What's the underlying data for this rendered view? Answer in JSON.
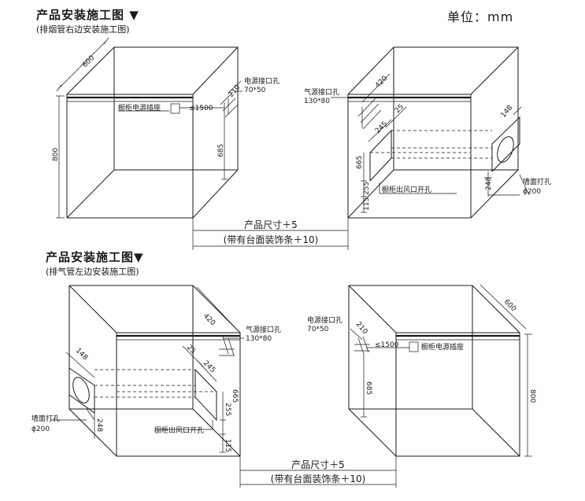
{
  "page": {
    "unit": "单位：mm"
  },
  "top": {
    "title": "产品安装施工图 ▼",
    "subtitle": "(排烟管右边安装施工图)",
    "left_cab": {
      "depth": "600",
      "height": "800",
      "power_hole_label": "电源接口孔",
      "power_hole_size": "70*50",
      "socket_label": "橱柜电源插座",
      "socket_dim": "≤1500",
      "dim_210": "210",
      "dim_685": "685"
    },
    "right_cab": {
      "gas_hole_label": "气源接口孔",
      "gas_hole_size": "130*80",
      "dim_420": "420",
      "dim_25": "25",
      "dim_245": "245",
      "dim_665": "665",
      "dim_255": "255",
      "dim_115": "115",
      "vent_label": "橱柜出风口开孔",
      "wall_hole_label": "墙面打孔",
      "wall_hole_size": "ϕ200",
      "dim_148": "148",
      "dim_248": "248"
    },
    "size_label": "产品尺寸＋5",
    "size_label2": "(带有台面装饰条＋10)"
  },
  "bottom": {
    "title": "产品安装施工图▼",
    "subtitle": "(排气管左边安装施工图)",
    "left_cab": {
      "dim_420": "420",
      "gas_hole_label": "气源接口孔",
      "gas_hole_size": "130*80",
      "dim_148": "148",
      "dim_25": "25",
      "dim_245": "245",
      "dim_665": "665",
      "dim_255": "255",
      "dim_115": "115",
      "vent_label": "橱柜出风口开孔",
      "wall_hole_label": "墙面打孔",
      "wall_hole_size": "ϕ200",
      "dim_248": "248"
    },
    "right_cab": {
      "power_hole_label": "电源接口孔",
      "power_hole_size": "70*50",
      "dim_210": "210",
      "socket_dim": "≤1500",
      "socket_label": "橱柜电源插座",
      "dim_685": "685",
      "depth": "600",
      "height": "800"
    },
    "size_label": "产品尺寸＋5",
    "size_label2": "(带有台面装饰条＋10)"
  }
}
